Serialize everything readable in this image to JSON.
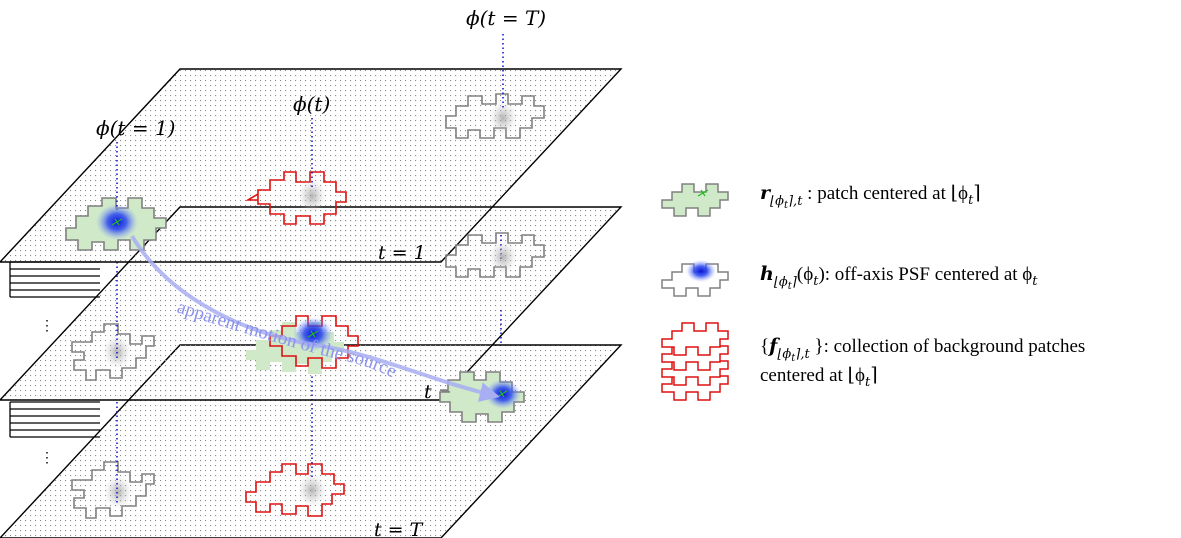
{
  "labels": {
    "phi_t1": "ϕ(t = 1)",
    "phi_t": "ϕ(t)",
    "phi_T": "ϕ(t = T)",
    "frame_first": "t = 1",
    "frame_mid": "t",
    "frame_last": "t = T",
    "ellipsis": "⋮",
    "motion": "apparent motion of the source"
  },
  "legend": [
    {
      "id": "r",
      "symbol": "r",
      "sub": "⌊ϕ",
      "subsub": "t",
      "subtail": "⌉,t",
      "text": " : patch centered at ⌊ϕ",
      "tsub": "t",
      "tail": "⌉"
    },
    {
      "id": "h",
      "symbol": "h",
      "sub": "⌊ϕ",
      "subsub": "t",
      "subtail": "⌉",
      "text": "(ϕ",
      "tsub": "t",
      "tail": "): off-axis PSF centered at ϕ",
      "tsub2": "t"
    },
    {
      "id": "f",
      "prefix": "{",
      "symbol": "f",
      "sub": "⌊ϕ",
      "subsub": "t",
      "subtail": "⌉,t",
      "text": " }: collection of background patches",
      "line2a": "centered at ⌊ϕ",
      "line2sub": "t",
      "line2b": "⌉"
    }
  ],
  "colors": {
    "gray_patch": "#808080",
    "red_patch": "#dd1111",
    "green_fill": "#cfe9c9",
    "psf_blue": "#1a2bd6",
    "motion_arrow": "#a8aef2",
    "projection": "#1a1ad0",
    "marker": "#22bb22"
  }
}
